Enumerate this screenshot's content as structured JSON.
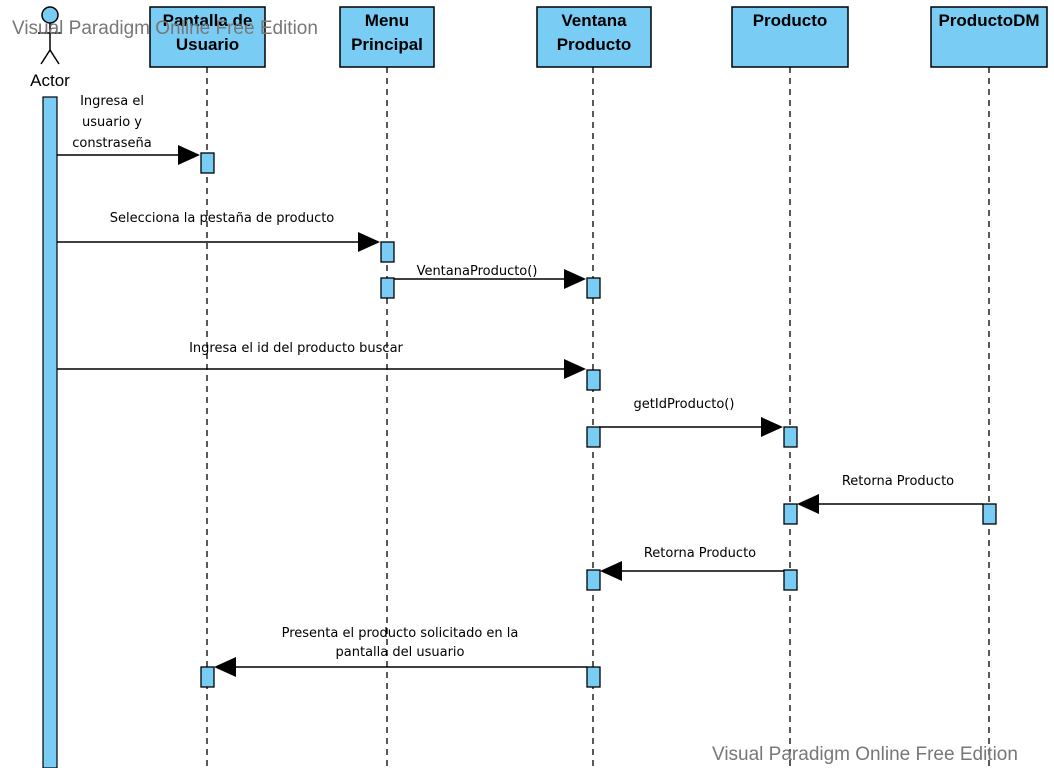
{
  "colors": {
    "box_fill": "#79CDF5",
    "box_stroke": "#000000",
    "line": "#000000",
    "watermark": "#777777"
  },
  "watermark": {
    "top": "Visual Paradigm Online Free Edition",
    "bottom": "Visual Paradigm Online Free Edition"
  },
  "actor": {
    "name": "Actor",
    "icon": "stick-figure-icon"
  },
  "lifelines": [
    {
      "id": "pantalla",
      "name_lines": [
        "Pantalla de",
        "Usuario"
      ]
    },
    {
      "id": "menu",
      "name_lines": [
        "Menu",
        "Principal"
      ]
    },
    {
      "id": "ventana",
      "name_lines": [
        "Ventana",
        "Producto"
      ]
    },
    {
      "id": "producto",
      "name_lines": [
        "Producto"
      ]
    },
    {
      "id": "productodm",
      "name_lines": [
        "ProductoDM"
      ]
    }
  ],
  "messages": [
    {
      "from": "actor",
      "to": "pantalla",
      "label_lines": [
        "Ingresa el",
        "usuario y",
        "constraseña"
      ]
    },
    {
      "from": "actor",
      "to": "menu",
      "label_lines": [
        "Selecciona la pestaña de producto"
      ]
    },
    {
      "from": "menu",
      "to": "ventana",
      "label_lines": [
        "VentanaProducto()"
      ]
    },
    {
      "from": "actor",
      "to": "ventana",
      "label_lines": [
        "Ingresa el id del producto buscar"
      ]
    },
    {
      "from": "ventana",
      "to": "producto",
      "label_lines": [
        "getIdProducto()"
      ]
    },
    {
      "from": "productodm",
      "to": "producto",
      "label_lines": [
        "Retorna Producto"
      ]
    },
    {
      "from": "producto",
      "to": "ventana",
      "label_lines": [
        "Retorna Producto"
      ]
    },
    {
      "from": "ventana",
      "to": "pantalla",
      "label_lines": [
        "Presenta el producto solicitado en la",
        "pantalla del usuario"
      ]
    }
  ]
}
